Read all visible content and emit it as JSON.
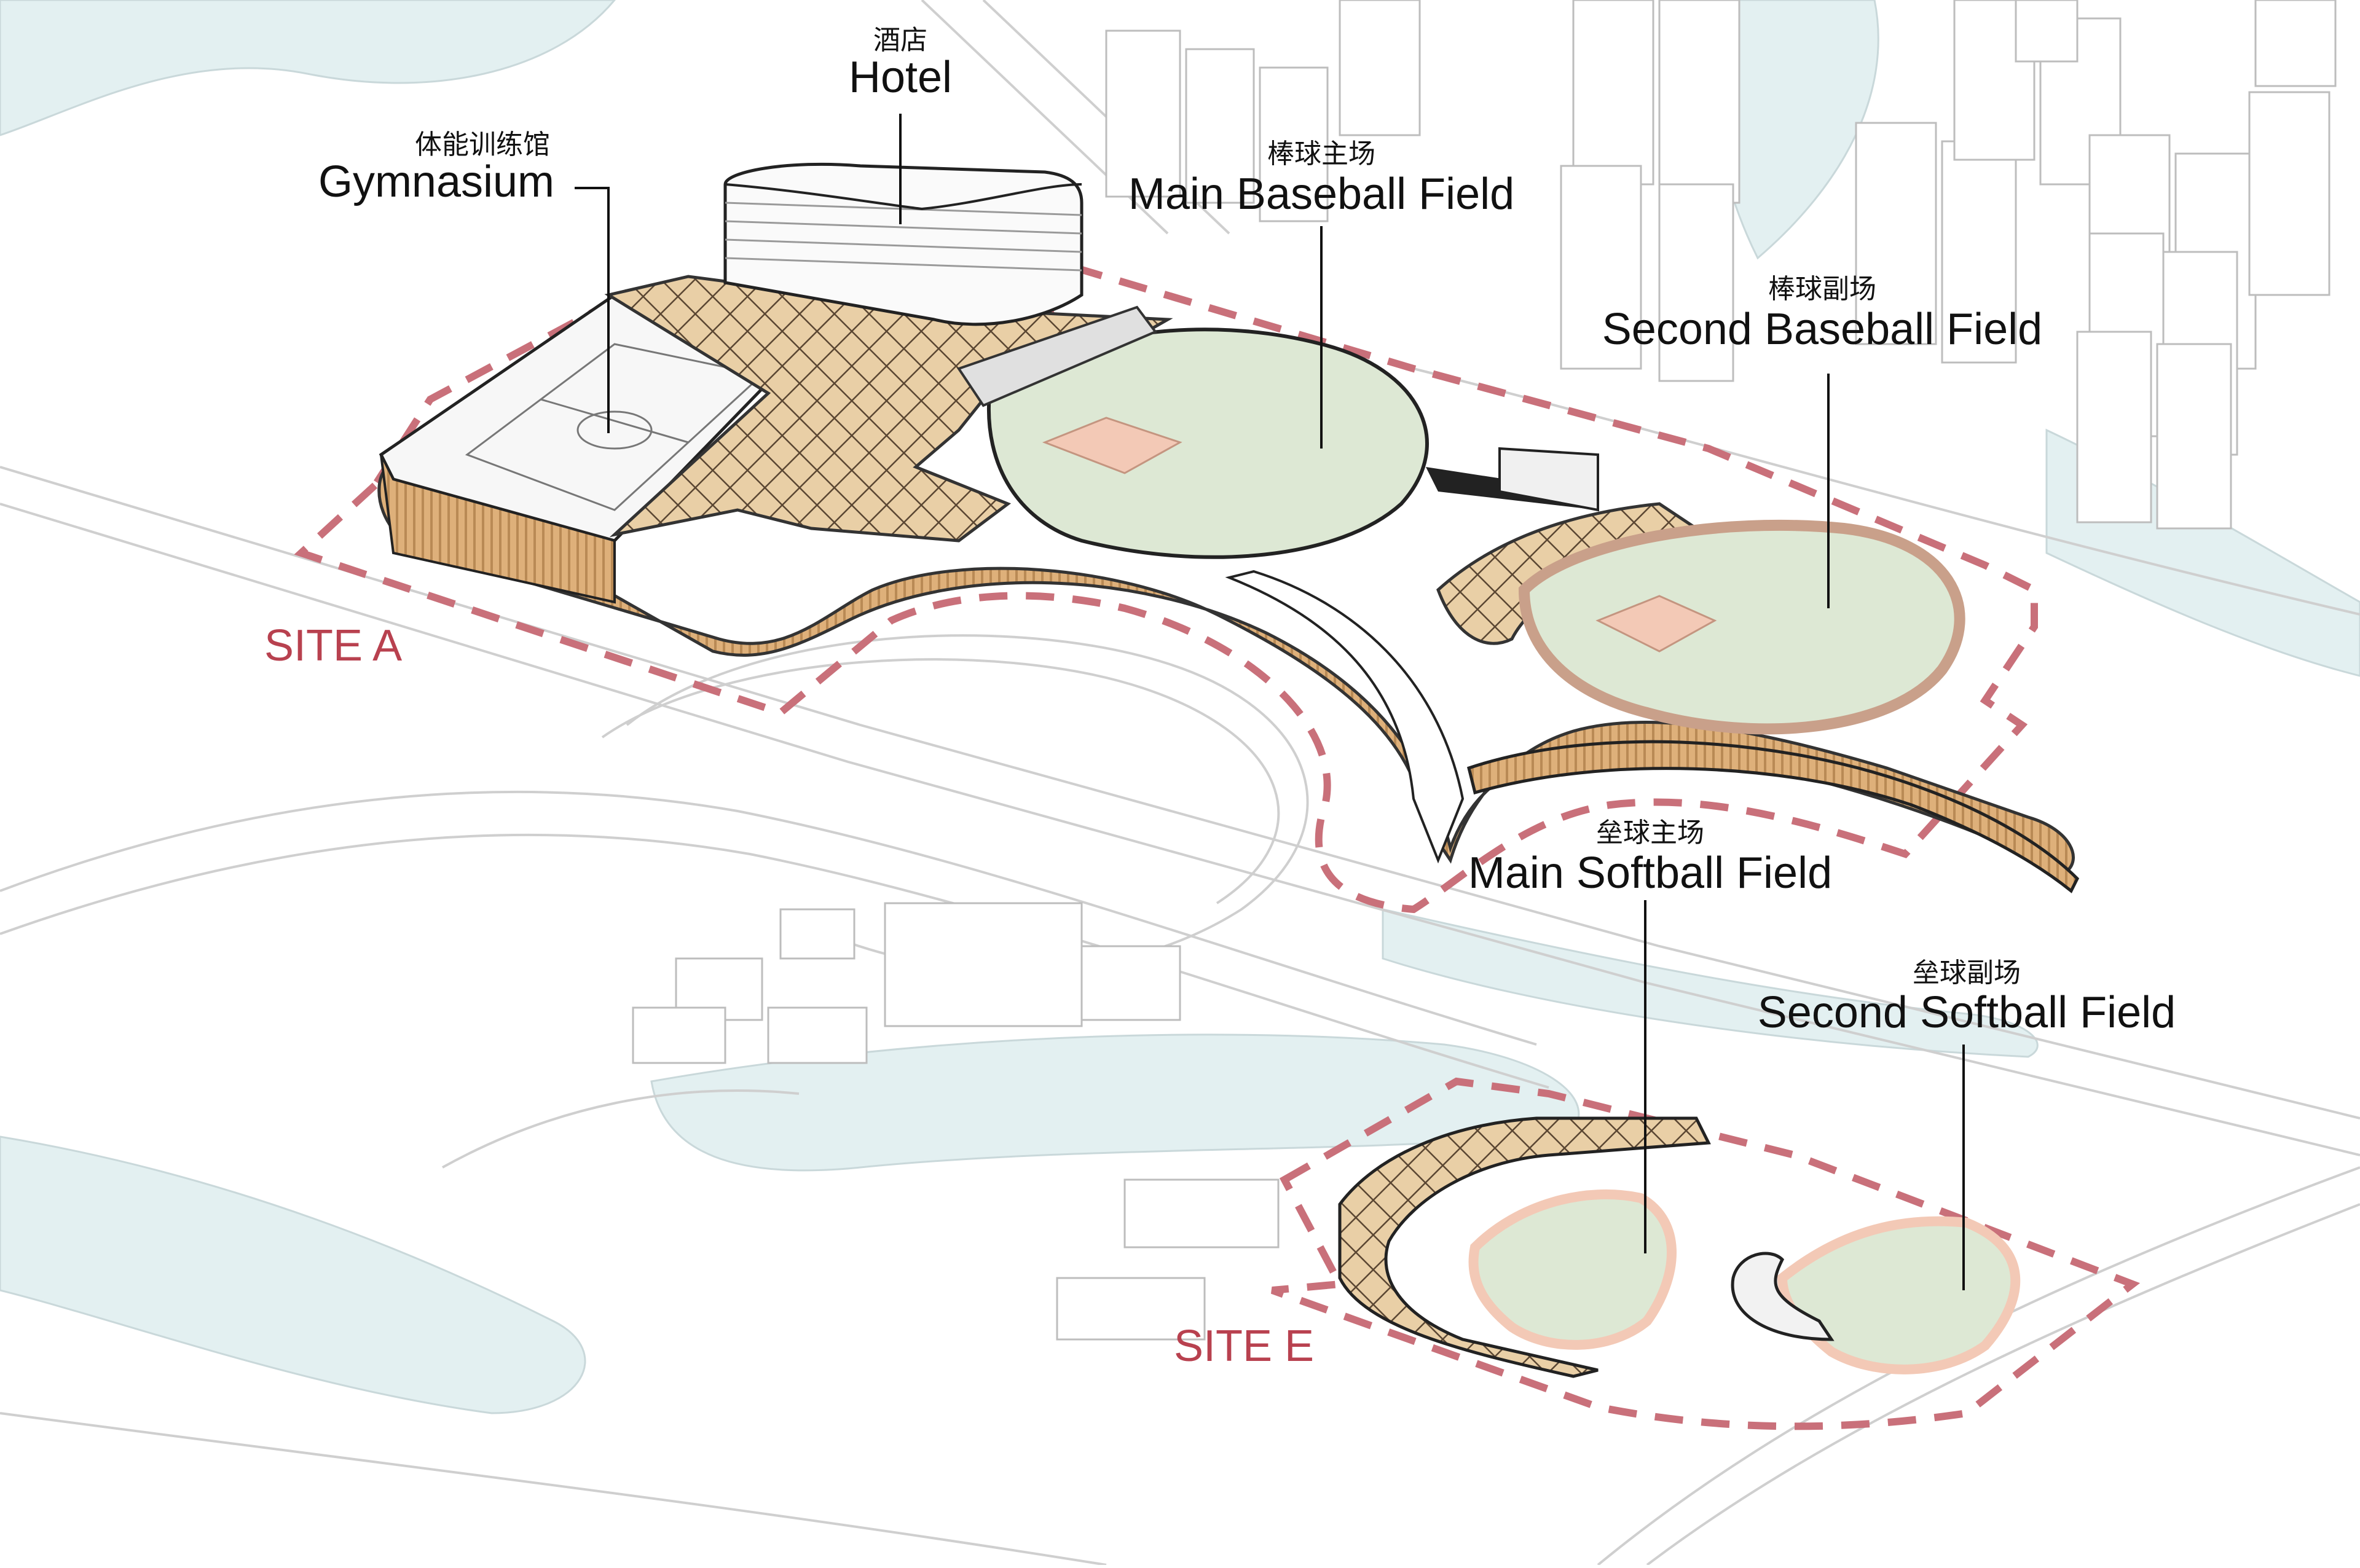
{
  "labels": {
    "hotel": {
      "zh": "酒店",
      "en": "Hotel"
    },
    "gymnasium": {
      "zh": "体能训练馆",
      "en": "Gymnasium"
    },
    "main_baseball": {
      "zh": "棒球主场",
      "en": "Main Baseball Field"
    },
    "second_baseball": {
      "zh": "棒球副场",
      "en": "Second Baseball Field"
    },
    "main_softball": {
      "zh": "垒球主场",
      "en": "Main Softball Field"
    },
    "second_softball": {
      "zh": "垒球副场",
      "en": "Second Softball Field"
    }
  },
  "sites": {
    "site_a": "SITE A",
    "site_e": "SITE E"
  },
  "colors": {
    "site_boundary": "#c9707a",
    "site_label": "#b8414f",
    "water": "#e3f0f1",
    "field_green": "#dde8d4",
    "infield": "#f3c9b6",
    "timber": "#d9a86b",
    "leader": "#111111"
  }
}
